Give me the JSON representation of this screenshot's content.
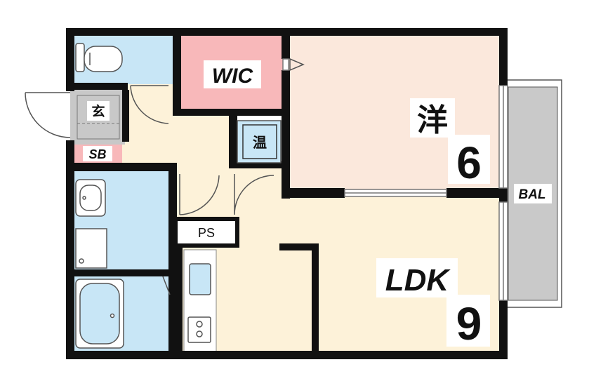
{
  "rooms": {
    "wic": {
      "label": "WIC"
    },
    "western_room": {
      "label": "洋",
      "size": "6"
    },
    "balcony": {
      "label": "BAL"
    },
    "entrance": {
      "label": "玄"
    },
    "shoe_box": {
      "label": "SB"
    },
    "water_heater": {
      "label": "温"
    },
    "pipe_space": {
      "label": "PS"
    },
    "ldk": {
      "label": "LDK",
      "size": "9"
    }
  },
  "colors": {
    "wall": "#111111",
    "ldk_floor": "#fdf2d9",
    "western_floor": "#fbe8dc",
    "wic_floor": "#f8b8ba",
    "wet_area": "#c8e6f6",
    "balcony": "#c9c9c9",
    "entrance": "#c8c8c8",
    "shoe_box": "#f8b8ba"
  }
}
